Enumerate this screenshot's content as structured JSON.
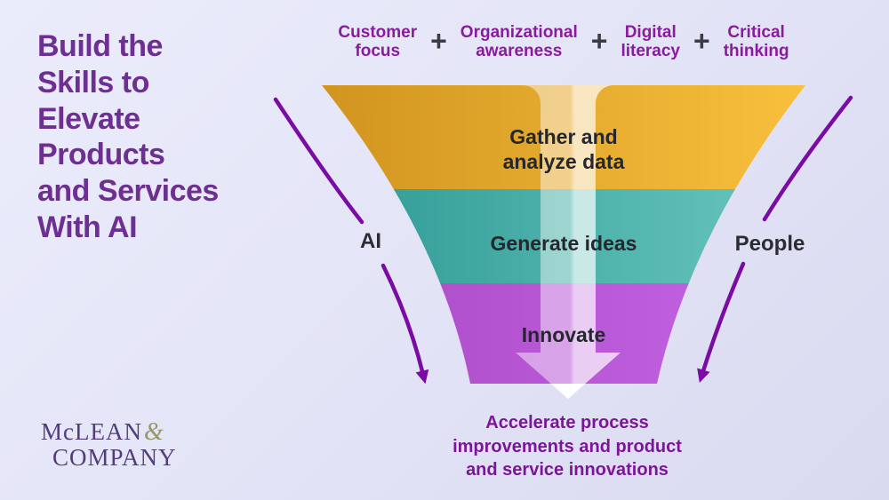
{
  "title": {
    "text": "Build the\nSkills to\nElevate\nProducts\nand Services\nWith AI"
  },
  "skills": {
    "separator": "+",
    "items": [
      {
        "label": "Customer\nfocus"
      },
      {
        "label": "Organizational\nawareness"
      },
      {
        "label": "Digital\nliteracy"
      },
      {
        "label": "Critical\nthinking"
      }
    ]
  },
  "funnel": {
    "stages": [
      {
        "label": "Gather and\nanalyze data",
        "color_left": "#cf921e",
        "color_right": "#f9c23e"
      },
      {
        "label": "Generate ideas",
        "color_left": "#2b9791",
        "color_right": "#6cc9c1"
      },
      {
        "label": "Innovate",
        "color_left": "#a948c2",
        "color_right": "#c767e8"
      }
    ],
    "outcome": "Accelerate process\nimprovements and product\nand service innovations"
  },
  "side_labels": {
    "left": "AI",
    "right": "People"
  },
  "arrow_color": "#7a0ca3",
  "logo": {
    "line1": "McLEAN",
    "ampersand": "&",
    "line2": "COMPANY"
  }
}
